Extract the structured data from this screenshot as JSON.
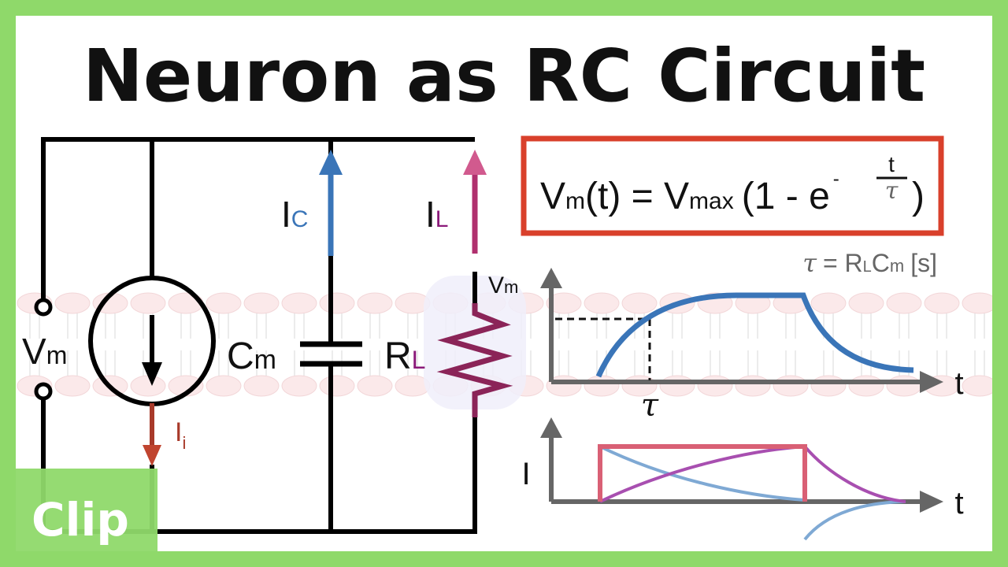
{
  "title": "Neuron as RC Circuit",
  "circuit": {
    "terminal_label": "V",
    "terminal_sub": "m",
    "capacitor_label": "C",
    "capacitor_sub": "m",
    "resistor_label": "R",
    "resistor_sub": "L",
    "capacitor_current": "I",
    "capacitor_current_sub": "C",
    "leak_current": "I",
    "leak_current_sub": "L",
    "injected_current": "I",
    "injected_current_sub": "i",
    "voltage_probe": "V",
    "voltage_probe_sub": "m"
  },
  "equation": {
    "lhs": "V",
    "lhs_sub": "m",
    "lhs_arg": "(t) = V",
    "vmax_sub": "max",
    "rhs": "(1 - e",
    "exp_sign": "-",
    "exp_num": "t",
    "exp_den": "τ",
    "close": ")"
  },
  "tau_def": {
    "symbol": "τ",
    "eq": "= R",
    "r_sub": "L",
    "c": "C",
    "c_sub": "m",
    "unit": "[s]"
  },
  "graphs": {
    "voltage": {
      "x_label": "t",
      "tau_label": "τ"
    },
    "current": {
      "y_label": "I",
      "x_label": "t"
    }
  },
  "badge": "Clip",
  "colors": {
    "border": "#8fd96a",
    "capacitor_current": "#3a75b8",
    "leak_current": "#b0306e",
    "resistor": "#8b2458",
    "injected_current": "#a83a2a",
    "equation_box": "#d9402b",
    "voltage_curve": "#3a75b8",
    "input_pulse": "#d96075",
    "axis": "#666666"
  }
}
